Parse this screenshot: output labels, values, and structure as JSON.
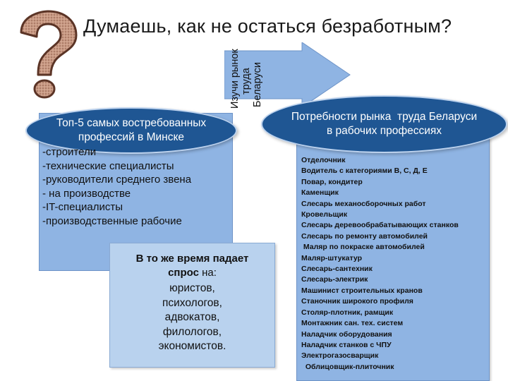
{
  "header": {
    "title": "Думаешь, как не остаться безработным?",
    "decor_icon": "question-mark-icon"
  },
  "arrow": {
    "lines": [
      "Изучи рынок",
      "труда",
      "Беларуси"
    ],
    "color": "#8fb4e3"
  },
  "left_panel": {
    "heading_lines": [
      "Топ-5 самых востребованных",
      "профессий в Минске"
    ],
    "items": [
      "-строители",
      "-технические специалисты",
      "-руководители среднего звена",
      "- на производстве",
      "-IT-специалисты",
      "-производственные рабочие"
    ]
  },
  "middle_panel": {
    "heading_bold": "В то же время падает",
    "heading_bold2": "спрос",
    "heading_rest": " на:",
    "items": [
      "юристов,",
      "психологов,",
      "адвокатов,",
      "филологов,",
      "экономистов."
    ]
  },
  "right_panel": {
    "heading_lines": [
      "Потребности рынка  труда Беларуси",
      "в рабочих профессиях"
    ],
    "items": [
      "Отделочник",
      "Водитель с категориями В, С, Д, Е",
      "Повар, кондитер",
      "Каменщик",
      "Слесарь механосборочных работ",
      "Кровельщик",
      "Слесарь деревообрабатывающих станков",
      "Слесарь по ремонту автомобилей",
      " Маляр по покраске автомобилей",
      "Маляр-штукатур",
      "Слесарь-сантехник",
      "Слесарь-электрик",
      "Машинист строительных кранов",
      "Станочник широкого профиля",
      "Столяр-плотник, рамщик",
      "Монтажник сан. тех. систем",
      "Наладчик оборудования",
      "Наладчик станков с ЧПУ",
      "Электрогазосварщик",
      "  Облицовщик-плиточник"
    ]
  },
  "colors": {
    "ellipse": "#1f5693",
    "panel": "#8fb4e3",
    "panel_light": "#b9d2ee",
    "question_mark": "#c4907a"
  }
}
